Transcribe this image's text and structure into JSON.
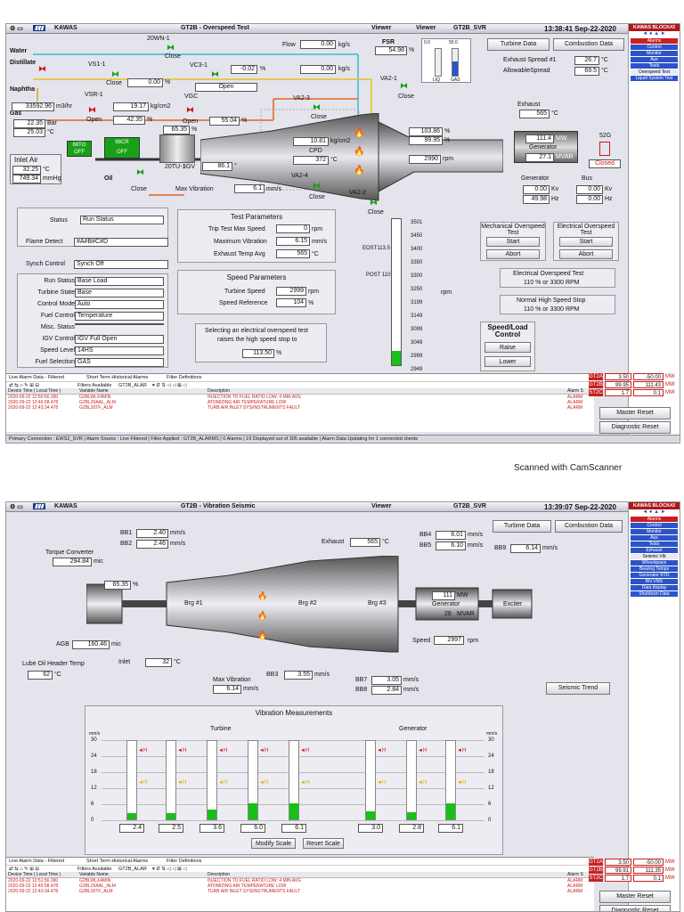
{
  "s1": {
    "title": "GT2B - Overspeed Test",
    "brand": "KAWAS",
    "viewer1": "Viewer",
    "viewer2": "Viewer",
    "unit": "GT2B_SVR",
    "clock": "13:38:41 Sep-22-2020",
    "water": "Water",
    "distillate": "Distillate",
    "naphtha": "Naphtha",
    "gas": "Gas",
    "inlet_air": "Inlet Air",
    "oil": "Oil",
    "v20wn1": "20WN-1",
    "vs11": "VS1-1",
    "vc31": "VC3-1",
    "vsr1": "VSR-1",
    "vgc": "VGC",
    "va23": "VA2-3",
    "va21": "VA2-1",
    "va24": "VA2-4",
    "va22": "VA2-2",
    "v20tu1": "20TU-1",
    "close": "Close",
    "open": "Open",
    "flow_label": "Flow",
    "flow": "0.00",
    "kgs": "kg/s",
    "flow2": "0.00",
    "vc31_pct": "-0.02",
    "pct": "%",
    "vs11_pct": "0.00",
    "gas_flow": "33592.96",
    "m3hr": "m3/hr",
    "vsr1_p": "19.17",
    "kgcm2": "kg/cm2",
    "gas_bar": "22.35",
    "bar": "Bar",
    "gas_c": "25.03",
    "degc": "°C",
    "vsr1_pct": "42.35",
    "vgc_pct": "55.04",
    "igv_pct": "65.35",
    "igv_label": "IGV",
    "igv_val": "86.1",
    "deg": "°",
    "inlet_c": "32.25",
    "inlet_mmhg": "749.34",
    "mmhg": "mmHg",
    "88tg": "88TG",
    "off": "OFF",
    "88cr": "88CR",
    "max_vib_label": "Max Vibration",
    "max_vib": "6.1",
    "mms": "mm/s",
    "cpd_p": "10.81",
    "cpd": "CPD",
    "cpd_c": "372",
    "fsr": "FSR",
    "fsr_val": "54.98",
    "fsr_a": "0.0",
    "fsr_b": "55.0",
    "liq": "LIQ",
    "gasl": "GAS",
    "p103": "103.86",
    "p9995": "99.95",
    "rpm_val": "2990",
    "rpm": "rpm",
    "turbine_data": "Turbine Data",
    "combustion_data": "Combustion Data",
    "exh_spread_label": "Exhaust Spread #1",
    "exh_spread": "26.7",
    "allow_label": "AllowableSpread",
    "allow": "69.5",
    "exhaust": "Exhaust",
    "exhaust_val": "565",
    "mw": "111.4",
    "mw_u": "MW",
    "generator": "Generator",
    "mvar": "27.1",
    "mvar_u": "MVAR",
    "b52g": "52G",
    "closed": "Closed",
    "gen_label": "Generator",
    "bus_label": "Bus",
    "kv1": "0.00",
    "kv2": "0.00",
    "kv": "Kv",
    "hz1": "49.98",
    "hz2": "0.00",
    "hz": "Hz",
    "status": "Status",
    "run_status": "Run Status",
    "flame_detect": "Flame Detect",
    "flame_val": "#A#B#C#D",
    "synch_control": "Synch Control",
    "synch_off": "Synch Off",
    "rows": [
      [
        "Run Status",
        "Base Load"
      ],
      [
        "Turbine State",
        "Base"
      ],
      [
        "Control Mode",
        "Auto"
      ],
      [
        "Fuel Control",
        "Temperature"
      ],
      [
        "Misc. Status",
        ""
      ],
      [
        "IGV Control",
        "IGV Full Open"
      ],
      [
        "Speed Level",
        "14HS"
      ],
      [
        "Fuel Selection",
        "GAS"
      ]
    ],
    "test_params": "Test Parameters",
    "trip_label": "Trip Test Max Speed",
    "trip": "0",
    "maxv_label": "Maximum Vibration",
    "maxv": "6.15",
    "exh_avg_label": "Exhaust Temp Avg",
    "exh_avg": "565",
    "speed_params": "Speed Parameters",
    "ts_label": "Turbine Speed",
    "ts": "2999",
    "sr_label": "Speed Reference",
    "sr": "104",
    "note1": "Selecting an electrical overspeed test",
    "note2": "raises the high speed stop to",
    "note_val": "113.50",
    "scale": [
      "3501",
      "3450",
      "3400",
      "3350",
      "3300",
      "3250",
      "3199",
      "3149",
      "3099",
      "3049",
      "2999",
      "2949"
    ],
    "eost": "EOST113.5",
    "post": "POST  110",
    "mech_title": "Mechanical Overspeed Test",
    "elec_title": "Electrical Overspeed Test",
    "start": "Start",
    "abort": "Abort",
    "elec_box1": "Electrical Overspeed Test",
    "elec_box2": "110 % or 3300  RPM",
    "normal1": "Normal High Speed Stop",
    "normal2": "110 % or 3300  RPM",
    "speedload": "Speed/Load Control",
    "raise": "Raise",
    "lower": "Lower",
    "master": "Master Reset",
    "diag": "Diagnostic Reset",
    "tabs": [
      "Live Alarm Data - Filtered",
      "Short Term Historical Alarms",
      "Filter Definitions"
    ],
    "filters": "Filters Available",
    "filter_name": "GT2B_ALAR",
    "ahdr": [
      "Device Time ( Local Time )",
      "Variable Name",
      "Description",
      "Alarm S"
    ],
    "alarms": [
      [
        "2020-09-22 12:50:56.390",
        "G2BLWLX4MIN",
        "INJECTION TO FUEL RATIO LOW; 4 MIN AVG",
        "ALARM"
      ],
      [
        "2020-09-22 12:46:58.478",
        "G2BL26AAL_ALM",
        "ATOMIZING AIR TEMPERATURE LOW",
        "ALARM"
      ],
      [
        "2020-09-22 12:43:34.478",
        "G2BL30TF_ALM",
        "TURB AIR INLET SYS/INSTRUMENTS FAULT",
        "ALARM"
      ]
    ],
    "gt": [
      [
        "GT2A",
        "3.50",
        "-50.00",
        "MW"
      ],
      [
        "GT2B",
        "99.95",
        "111.43",
        "MW"
      ],
      [
        "ST2C",
        "1.7",
        "0.1",
        "MW"
      ]
    ],
    "footer": "Primary Connection : EWS2_SVR  | Alarm Source : Live Filtered |   Filter Applied : GT2B_ALARMS  |  0 Alarms  | 19 Displayed out of 305 available  |   Alarm Data Updating for 1 connected clients",
    "block": "KAWAS BLOCK#2",
    "menu": [
      "Alarms",
      "Control",
      "Monitor",
      "Aux",
      "Tests",
      "Overspeed Test",
      "Liquid System Test"
    ]
  },
  "cam": "Scanned with CamScanner",
  "s2": {
    "title": "GT2B - Vibration Seismic",
    "brand": "KAWAS",
    "viewer": "Viewer",
    "unit": "GT2B_SVR",
    "clock": "13:39:07 Sep-22-2020",
    "bb1": "BB1",
    "bb1v": "2.40",
    "bb2": "BB2",
    "bb2v": "2.46",
    "mms": "mm/s",
    "torque": "Torque Converter",
    "torque_v": "294.84",
    "mic": "mic",
    "igv_pct": "65.35",
    "pct": "%",
    "exhaust": "Exhaust",
    "exhaust_v": "565",
    "degc": "°C",
    "bb4": "BB4",
    "bb4v": "6.01",
    "bb5": "BB5",
    "bb5v": "6.10",
    "bb9": "BB9",
    "bb9v": "6.14",
    "turbine_data": "Turbine Data",
    "combustion_data": "Combustion Data",
    "brg1": "Brg #1",
    "brg2": "Brg #2",
    "brg3": "Brg #3",
    "mw": "111",
    "mw_u": "MW",
    "generator": "Generator",
    "mvar": "28",
    "mvar_u": "MVAR",
    "exciter": "Exciter",
    "agb": "AGB",
    "agb_v": "160.46",
    "lube": "Lube Oil Header Temp",
    "lube_v": "62",
    "inlet": "Inlet",
    "inlet_v": "32",
    "speed": "Speed",
    "speed_v": "2997",
    "rpm": "rpm",
    "max_vib": "Max Vibration",
    "max_vib_v": "6.14",
    "bb3": "BB3",
    "bb3v": "3.55",
    "bb7": "BB7",
    "bb7v": "3.05",
    "bb8": "BB8",
    "bb8v": "2.84",
    "seismic": "Seismic Trend",
    "vib_title": "Vibration Measurements",
    "turbine": "Turbine",
    "gen": "Generator",
    "yscale": [
      "30",
      "24",
      "18",
      "12",
      "6",
      "0"
    ],
    "h": "H",
    "bars": [
      2.4,
      2.5,
      3.6,
      6.0,
      6.1,
      3.0,
      2.8,
      6.1
    ],
    "bar_labels": [
      "2.4",
      "2.5",
      "3.6",
      "6.0",
      "6.1",
      "3.0",
      "2.8",
      "6.1"
    ],
    "modify": "Modify Scale",
    "reset": "Reset Scale",
    "tabs": [
      "Live Alarm Data - Filtered",
      "Short Term Historical Alarms",
      "Filter Definitions"
    ],
    "filters": "Filters Available",
    "filter_name": "GT2B_ALAR",
    "ahdr": [
      "Device Time ( Local Time )",
      "Variable Name",
      "Description",
      "Alarm S"
    ],
    "alarms": [
      [
        "2020-09-22 12:51:56.390",
        "G2BLWLX4MIN",
        "INJECTION TO FUEL RATIO LOW; 4 MIN AVG",
        "ALARM"
      ],
      [
        "2020-09-22 12:46:58.478",
        "G2BL26AAL_ALM",
        "ATOMIZING AIR TEMPERATURE LOW",
        "ALARM"
      ],
      [
        "2020-09-22 12:43:34.478",
        "G2BL30TF_ALM",
        "TURB AIR INLET SYS/INSTRUMENTS FAULT",
        "ALARM"
      ]
    ],
    "gt": [
      [
        "GT2A",
        "3.50",
        "-50.00",
        "MW"
      ],
      [
        "GT2B",
        "99.91",
        "111.35",
        "MW"
      ],
      [
        "ST2C",
        "1.7",
        "0.1",
        "MW"
      ]
    ],
    "master": "Master Reset",
    "diag": "Diagnostic Reset",
    "block": "KAWAS BLOCK#2",
    "menu": [
      "Alarms",
      "Control",
      "Monitor",
      "Aux",
      "Tests",
      "Exhaust",
      "Seismic Vib",
      "Wheelspace",
      "Bearing Temps",
      "Generator RTD",
      "BN VMS",
      "Data display",
      "Shutdown Data"
    ]
  },
  "colors": {
    "green": "#19a019",
    "red": "#d01818",
    "blue": "#2c54c8",
    "alarm": "#c82020"
  }
}
